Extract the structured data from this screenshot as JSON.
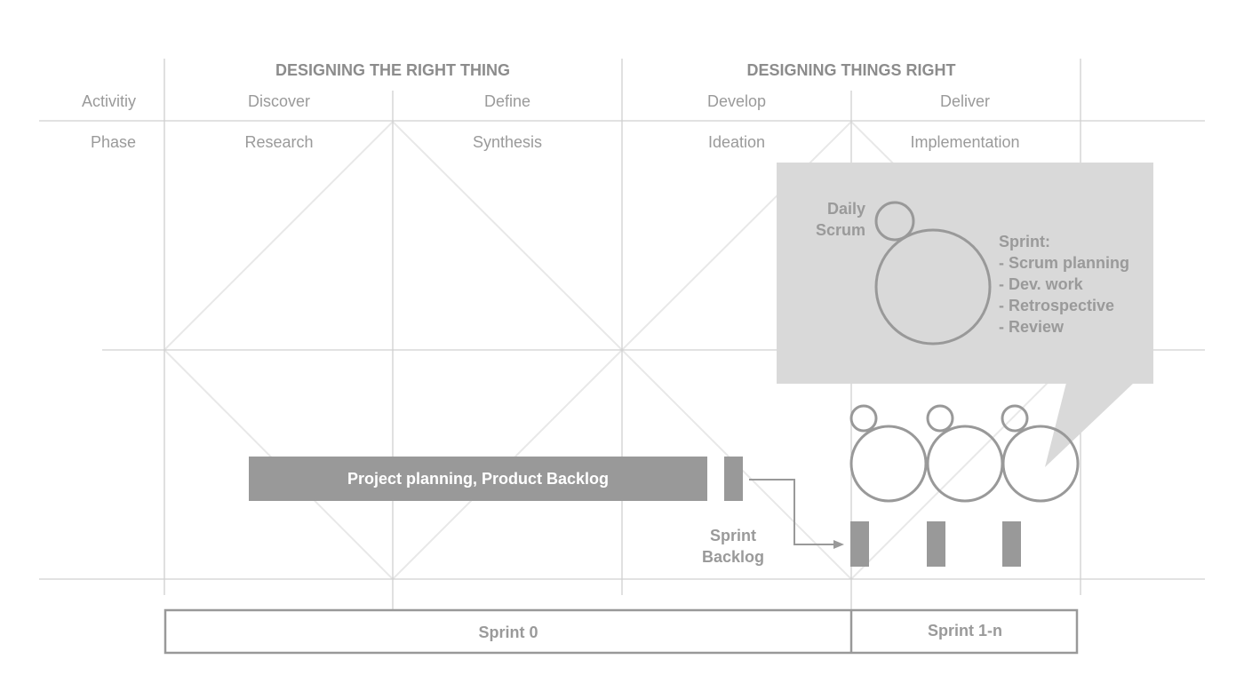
{
  "headers": {
    "left": "DESIGNING THE RIGHT THING",
    "right": "DESIGNING THINGS RIGHT"
  },
  "row_labels": {
    "activity": "Activitiy",
    "phase": "Phase"
  },
  "activities": [
    "Discover",
    "Define",
    "Develop",
    "Deliver"
  ],
  "phases": [
    "Research",
    "Synthesis",
    "Ideation",
    "Implementation"
  ],
  "callout": {
    "daily_scrum": [
      "Daily",
      "Scrum"
    ],
    "sprint_lines": [
      "Sprint:",
      "- Scrum planning",
      "- Dev. work",
      "- Retrospective",
      "- Review"
    ]
  },
  "project_bar": "Project planning, Product Backlog",
  "sprint_backlog": [
    "Sprint",
    "Backlog"
  ],
  "timeline": {
    "sprint0": "Sprint 0",
    "sprint1n": "Sprint 1-n"
  },
  "colors": {
    "bar": "#999999",
    "callout": "#d9d9d9",
    "grid": "#d0d0d0"
  }
}
